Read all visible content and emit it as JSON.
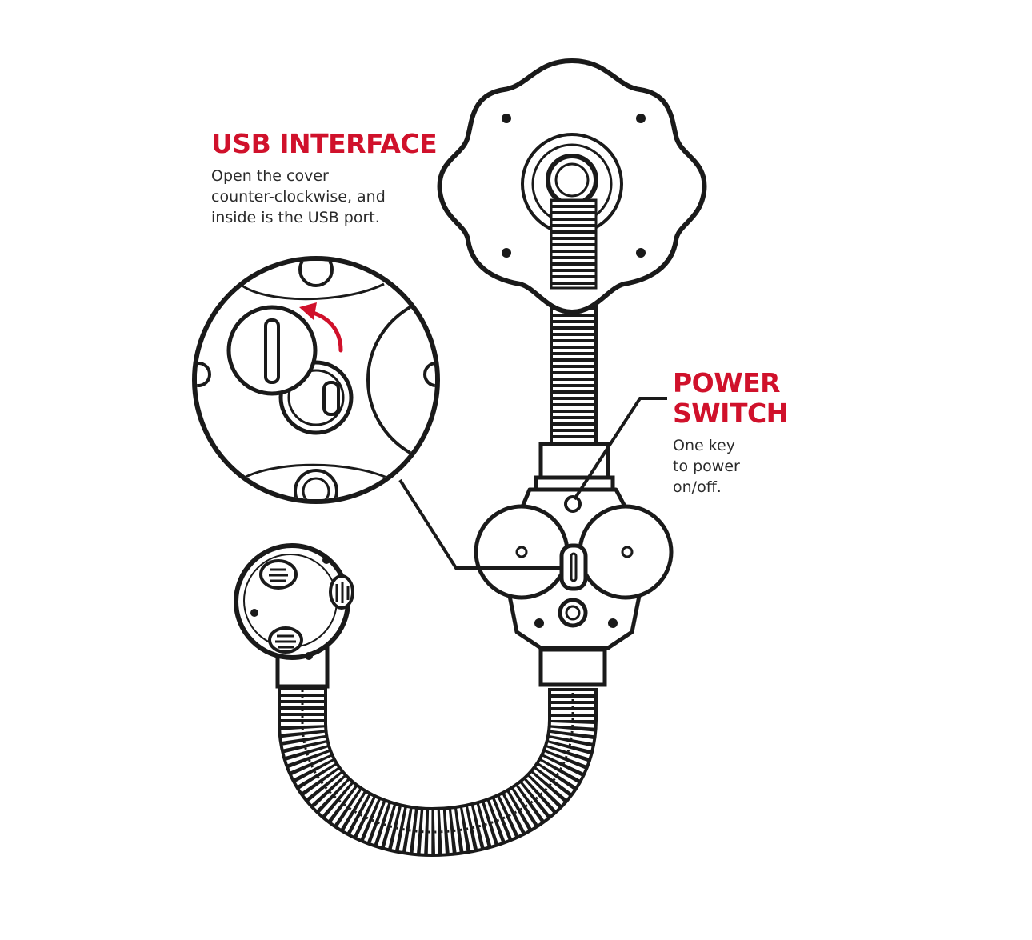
{
  "usb_callout": {
    "title": "USB INTERFACE",
    "description_lines": [
      "Open the cover",
      "counter-clockwise, and",
      "inside is the USB port."
    ]
  },
  "power_callout": {
    "title_lines": [
      "POWER",
      "SWITCH"
    ],
    "description_lines": [
      "One key",
      "to power",
      "on/off."
    ]
  },
  "colors": {
    "accent": "#d0112b",
    "line": "#1a1a1a",
    "text": "#2b2b2b"
  }
}
